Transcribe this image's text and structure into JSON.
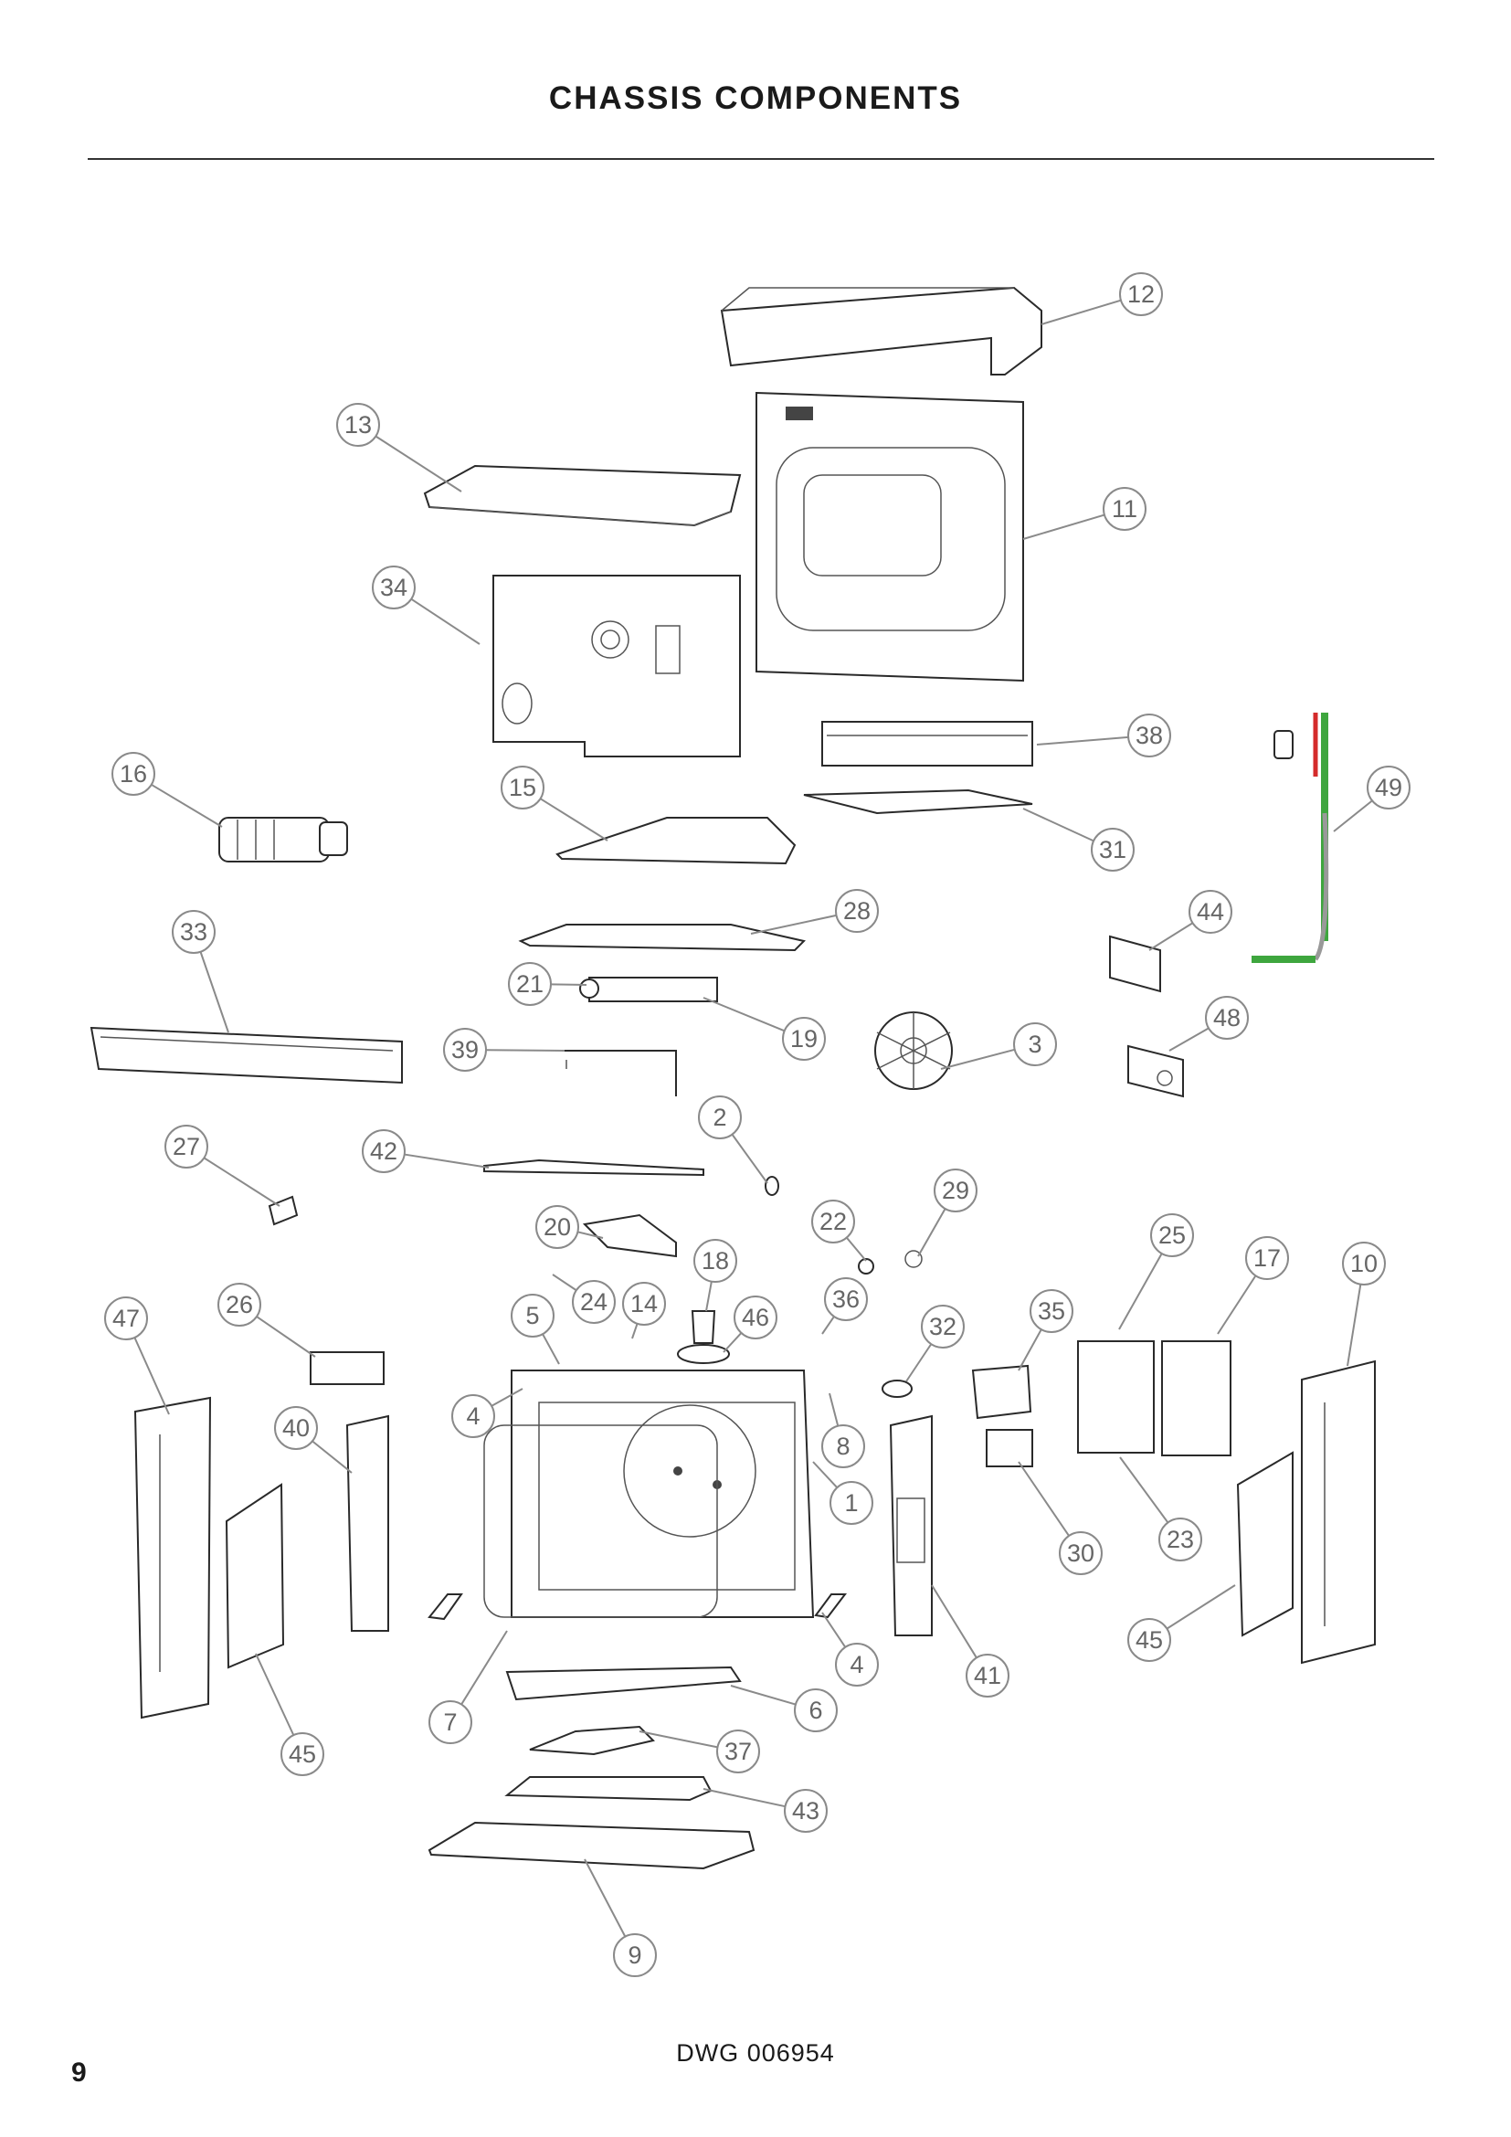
{
  "title": "CHASSIS COMPONENTS",
  "drawing_number": "DWG 006954",
  "page_number": "9",
  "callouts": [
    "1",
    "2",
    "3",
    "4",
    "4",
    "5",
    "6",
    "7",
    "8",
    "9",
    "10",
    "11",
    "12",
    "13",
    "14",
    "15",
    "16",
    "17",
    "18",
    "19",
    "20",
    "21",
    "22",
    "23",
    "24",
    "25",
    "26",
    "27",
    "28",
    "29",
    "30",
    "31",
    "32",
    "33",
    "34",
    "35",
    "36",
    "37",
    "38",
    "39",
    "40",
    "41",
    "42",
    "43",
    "44",
    "45",
    "45",
    "46",
    "47",
    "48",
    "49"
  ],
  "colors": {
    "wire_green": "#3ea63e",
    "wire_red": "#d42b2b",
    "leader": "#8a8a8a"
  }
}
